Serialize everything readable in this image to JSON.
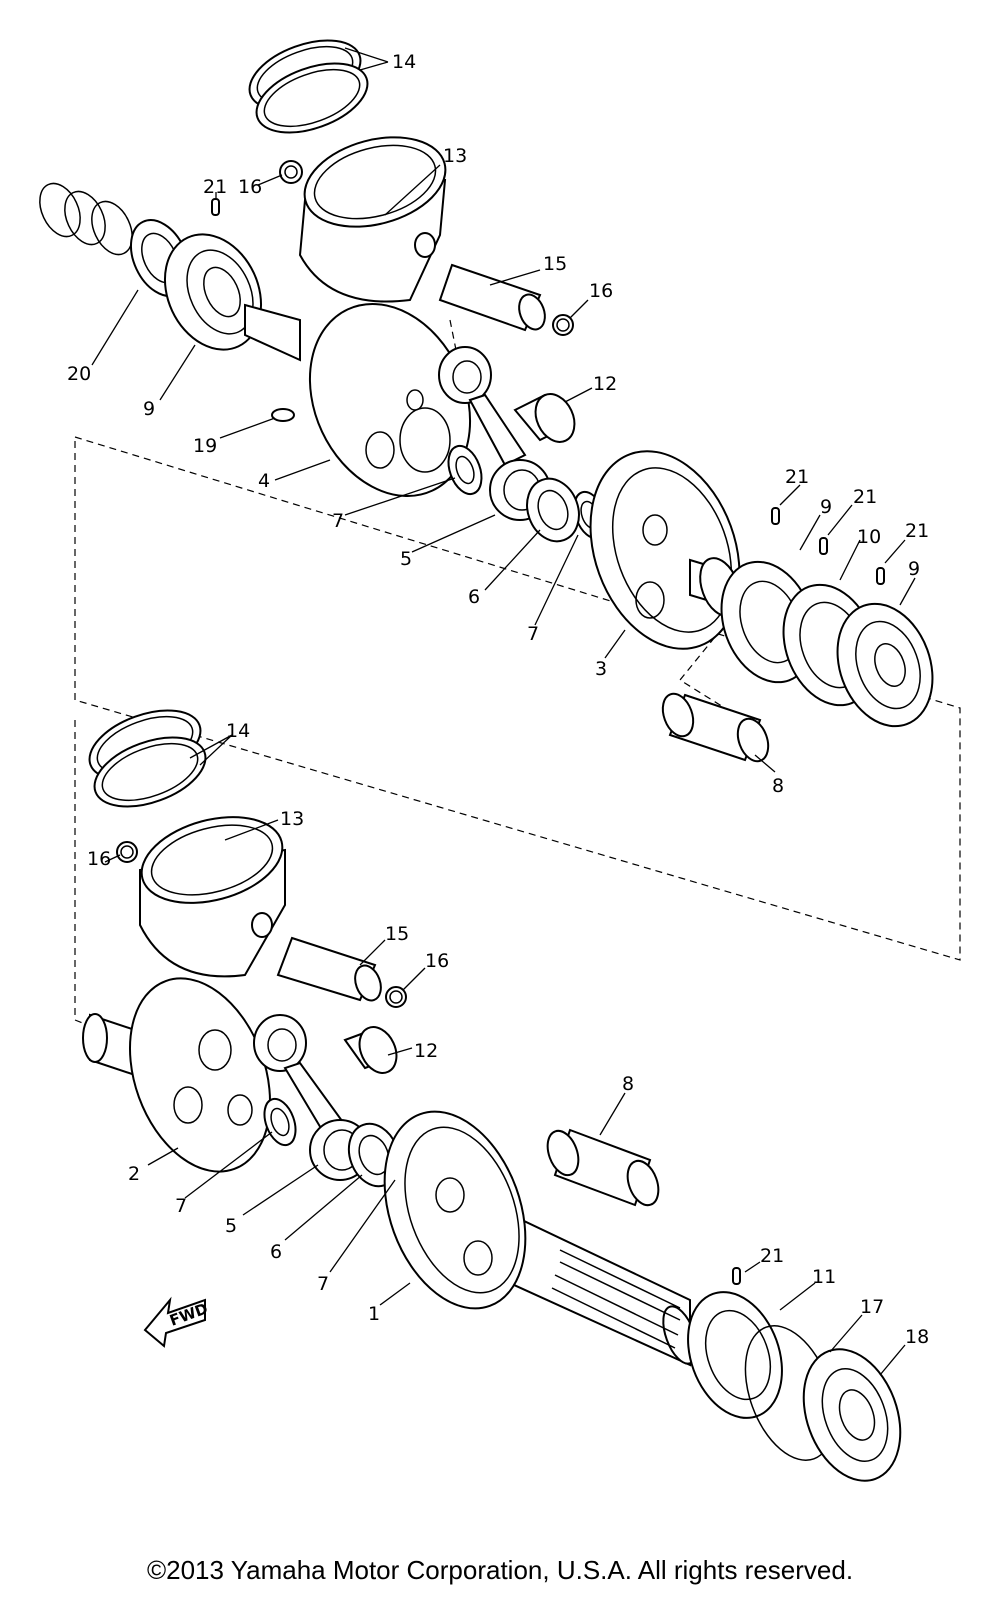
{
  "callouts": {
    "c14a": "14",
    "c13a": "13",
    "c21a": "21",
    "c16a": "16",
    "c15a": "15",
    "c16b": "16",
    "c20": "20",
    "c9a": "9",
    "c12a": "12",
    "c19": "19",
    "c4": "4",
    "c7a": "7",
    "c21b": "21",
    "c9b": "9",
    "c21c": "21",
    "c10": "10",
    "c21d": "21",
    "c9c": "9",
    "c5a": "5",
    "c6a": "6",
    "c7b": "7",
    "c3": "3",
    "c8a": "8",
    "c14b": "14",
    "c13b": "13",
    "c16c": "16",
    "c15b": "15",
    "c16d": "16",
    "c12b": "12",
    "c8b": "8",
    "c2": "2",
    "c7c": "7",
    "c5b": "5",
    "c6b": "6",
    "c7d": "7",
    "c1": "1",
    "c21e": "21",
    "c11": "11",
    "c17": "17",
    "c18": "18"
  },
  "fwd_label": "FWD",
  "copyright": "©2013 Yamaha Motor Corporation, U.S.A. All rights reserved."
}
